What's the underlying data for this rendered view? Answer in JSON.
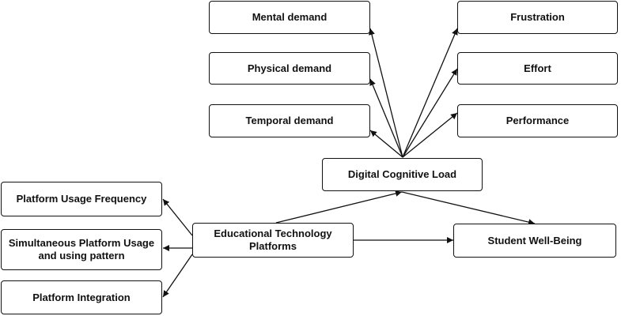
{
  "diagram": {
    "nodes": {
      "mental_demand": "Mental demand",
      "physical_demand": "Physical demand",
      "temporal_demand": "Temporal demand",
      "frustration": "Frustration",
      "effort": "Effort",
      "performance": "Performance",
      "digital_cognitive_load": "Digital Cognitive Load",
      "platform_usage_frequency": "Platform Usage Frequency",
      "simultaneous_usage_line1": "Simultaneous Platform Usage",
      "simultaneous_usage_line2": "and using pattern",
      "platform_integration": "Platform Integration",
      "edtech_line1": "Educational Technology",
      "edtech_line2": "Platforms",
      "student_wellbeing": "Student Well-Being"
    },
    "edges": [
      {
        "from": "digital_cognitive_load",
        "to": "mental_demand"
      },
      {
        "from": "digital_cognitive_load",
        "to": "physical_demand"
      },
      {
        "from": "digital_cognitive_load",
        "to": "temporal_demand"
      },
      {
        "from": "digital_cognitive_load",
        "to": "frustration"
      },
      {
        "from": "digital_cognitive_load",
        "to": "effort"
      },
      {
        "from": "digital_cognitive_load",
        "to": "performance"
      },
      {
        "from": "edtech_platforms",
        "to": "digital_cognitive_load"
      },
      {
        "from": "digital_cognitive_load",
        "to": "student_wellbeing"
      },
      {
        "from": "edtech_platforms",
        "to": "student_wellbeing"
      },
      {
        "from": "edtech_platforms",
        "to": "platform_usage_frequency"
      },
      {
        "from": "edtech_platforms",
        "to": "simultaneous_usage"
      },
      {
        "from": "edtech_platforms",
        "to": "platform_integration"
      }
    ]
  }
}
